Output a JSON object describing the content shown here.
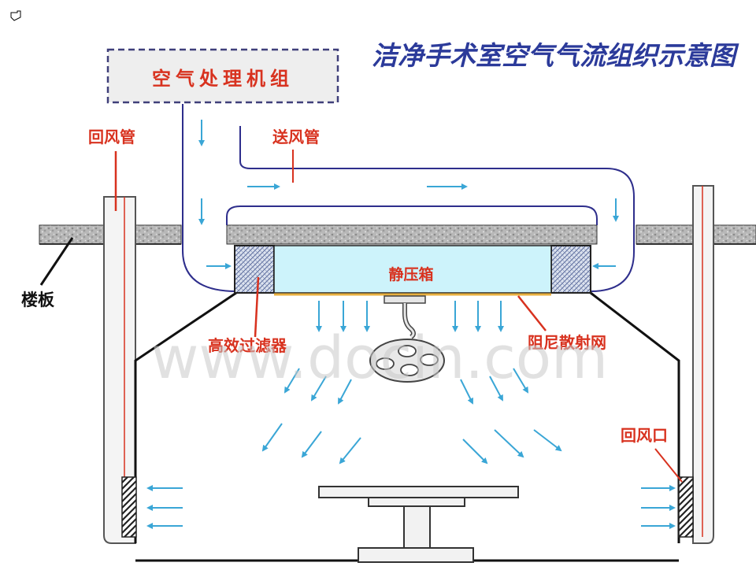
{
  "title": "洁净手术室空气气流组织示意图",
  "labels": {
    "ahu": "空气处理机组",
    "return_duct": "回风管",
    "supply_duct": "送风管",
    "floor_slab": "楼板",
    "plenum_box": "静压箱",
    "hepa_filter": "高效过滤器",
    "damping_mesh": "阻尼散射网",
    "return_outlet": "回风口"
  },
  "watermark": "www.docin.com",
  "colors": {
    "title": "#2b3a9a",
    "label_red": "#d8321f",
    "duct_outline": "#2e2e8c",
    "arrow": "#3aa6d6",
    "plenum_fill": "#cdf3fb",
    "slab": "#b4b4b4",
    "hatch": "#222222"
  }
}
